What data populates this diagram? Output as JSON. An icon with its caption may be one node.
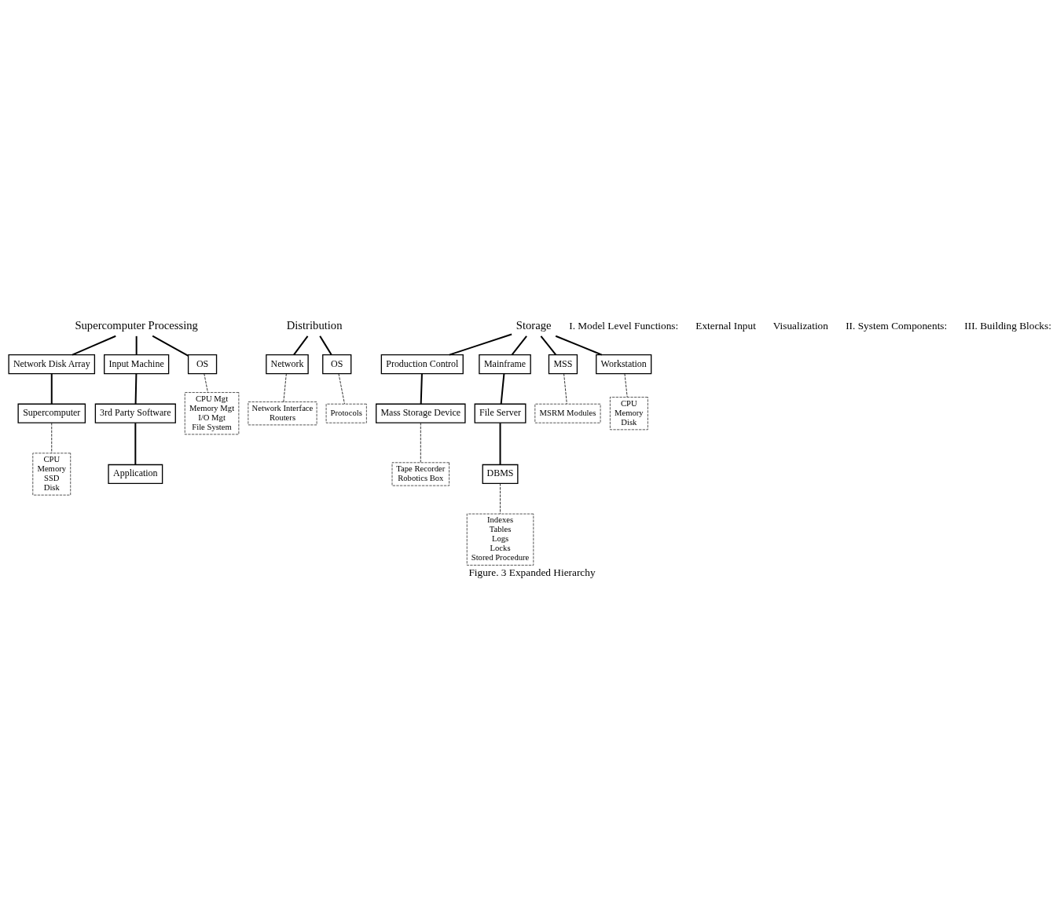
{
  "diagram": {
    "caption": "Figure. 3 Expanded Hierarchy",
    "nodes": [
      {
        "text": [
          "Supercomputer Processing"
        ]
      },
      {
        "text": [
          "Distribution"
        ]
      },
      {
        "text": [
          "Storage"
        ]
      },
      {
        "text": [
          "Network Disk Array"
        ]
      },
      {
        "text": [
          "Input Machine"
        ]
      },
      {
        "text": [
          "3rd Party Software"
        ]
      },
      {
        "text": [
          "Production Control"
        ]
      },
      {
        "text": [
          "Mainframe"
        ]
      },
      {
        "text": [
          "File Server"
        ]
      },
      {
        "text": [
          "Mass Storage Device"
        ]
      },
      {
        "text": [
          "MSS"
        ]
      },
      {
        "text": [
          "Supercomputer"
        ]
      },
      {
        "text": [
          "OS"
        ]
      },
      {
        "text": [
          "Application"
        ]
      },
      {
        "text": [
          "DBMS"
        ]
      },
      {
        "text": [
          "Workstation"
        ]
      },
      {
        "text": [
          "Network"
        ]
      },
      {
        "text": [
          "OS"
        ]
      },
      {
        "text": [
          "CPU",
          "Memory",
          "SSD",
          "Disk"
        ]
      },
      {
        "text": [
          "CPU Mgt",
          "Memory Mgt",
          "I/O Mgt",
          "File System"
        ]
      },
      {
        "text": [
          "Network Interface",
          "Routers"
        ]
      },
      {
        "text": [
          "Protocols"
        ]
      },
      {
        "text": [
          "Tape Recorder",
          "Robotics Box"
        ]
      },
      {
        "text": [
          "CPU",
          "Memory",
          "Disk"
        ]
      },
      {
        "text": [
          "MSRM Modules"
        ]
      },
      {
        "text": [
          "Indexes",
          "Tables",
          "Logs",
          "Locks",
          "Stored Procedure"
        ]
      }
    ],
    "edges": [
      {
        "from": 0,
        "to": 3,
        "arrow": "none"
      },
      {
        "from": 0,
        "to": 12,
        "arrow": "none"
      },
      {
        "from": 0,
        "to": 4,
        "arrow": "none"
      },
      {
        "from": 4,
        "to": 5,
        "arrow": "none"
      },
      {
        "from": 5,
        "to": 13,
        "arrow": "none"
      },
      {
        "from": 3,
        "to": 11,
        "arrow": "none"
      },
      {
        "from": 1,
        "to": 17,
        "arrow": "none"
      },
      {
        "from": 1,
        "to": 16,
        "arrow": "none"
      },
      {
        "from": 2,
        "to": 6,
        "arrow": "none"
      },
      {
        "from": 6,
        "to": 9,
        "arrow": "none"
      },
      {
        "from": 2,
        "to": 15,
        "arrow": "none"
      },
      {
        "from": 2,
        "to": 10,
        "arrow": "none"
      },
      {
        "from": 2,
        "to": 7,
        "arrow": "none"
      },
      {
        "from": 7,
        "to": 8,
        "arrow": "none"
      },
      {
        "from": 8,
        "to": 14,
        "arrow": "none"
      },
      {
        "from": 11,
        "to": 18,
        "arrow": "none",
        "style": "dashed"
      },
      {
        "from": 12,
        "to": 19,
        "arrow": "none",
        "style": "dashed"
      },
      {
        "from": 16,
        "to": 20,
        "arrow": "none",
        "style": "dashed"
      },
      {
        "from": 17,
        "to": 21,
        "arrow": "none",
        "style": "dashed"
      },
      {
        "from": 9,
        "to": 22,
        "arrow": "none",
        "style": "dashed"
      },
      {
        "from": 15,
        "to": 23,
        "arrow": "none",
        "style": "dashed"
      },
      {
        "from": 10,
        "to": 24,
        "arrow": "none",
        "style": "dashed"
      },
      {
        "from": 14,
        "to": 25,
        "arrow": "none",
        "style": "dashed"
      }
    ],
    "labels": [
      "I. Model Level Functions:",
      "External Input",
      "Visualization",
      "II. System Components:",
      "III. Building Blocks:"
    ]
  }
}
